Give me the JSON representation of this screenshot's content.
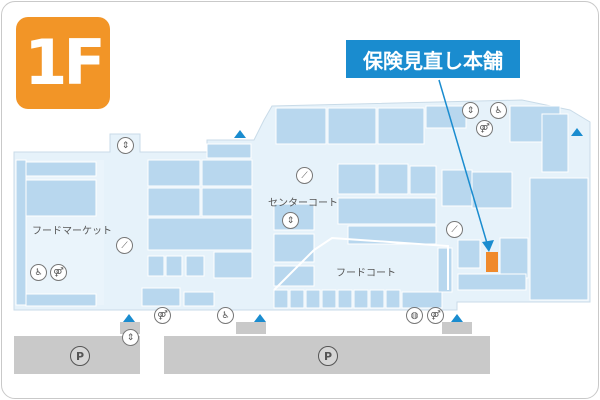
{
  "floor": {
    "label": "1F",
    "badge_color": "#f29527"
  },
  "callout": {
    "text": "保険見直し本舗",
    "color": "#1a8ccf"
  },
  "areas": {
    "food_market": "フードマーケット",
    "center_court": "センターコート",
    "food_court": "フードコート"
  },
  "parking": {
    "symbol": "P"
  },
  "colors": {
    "corridor": "#e6f2fa",
    "store": "#b8d7ee",
    "highlight_store": "#f08a2c",
    "parking": "#c9c9c9",
    "entrance_arrow": "#1a8ccf"
  },
  "icons": {
    "restroom": "restroom-icon",
    "accessible": "accessible-icon",
    "escalator": "escalator-icon",
    "elevator": "elevator-icon",
    "nursing_room": "nursing-room-icon"
  }
}
